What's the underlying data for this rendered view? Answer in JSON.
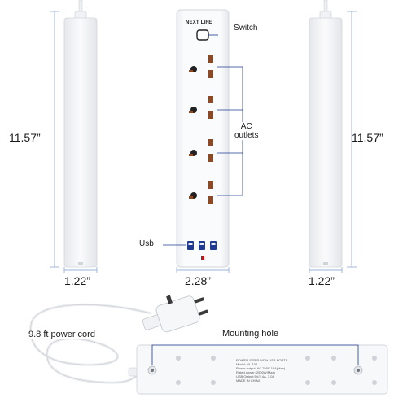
{
  "brand": "NEXT LIFE",
  "labels": {
    "switch": "Switch",
    "ac_outlets_line1": "AC",
    "ac_outlets_line2": "outlets",
    "usb": "Usb",
    "power_cord": "9.8 ft power cord",
    "mounting_hole": "Mounting hole"
  },
  "dimensions": {
    "left_height": "11.57”",
    "right_height": "11.57”",
    "left_width": "1.22”",
    "center_width": "2.28”",
    "right_width": "1.22”"
  },
  "product_label_lines": [
    "POWER STRIP WITH USB PORTS",
    "Model: NL-104",
    "Power output: AC 250V 10A(Max)",
    "Rated power: 2500W(Max)",
    "USB Output:5V/2.4A, 3.0A",
    "MADE IN CHINA"
  ],
  "colors": {
    "strip_body": "#f7f8fa",
    "strip_edge": "#d3d6dc",
    "outlet_brown": "#8b4a25",
    "dim_line": "#9ab0d8",
    "usb_blue": "#1f3a8f",
    "usb_red": "#c0161e"
  }
}
